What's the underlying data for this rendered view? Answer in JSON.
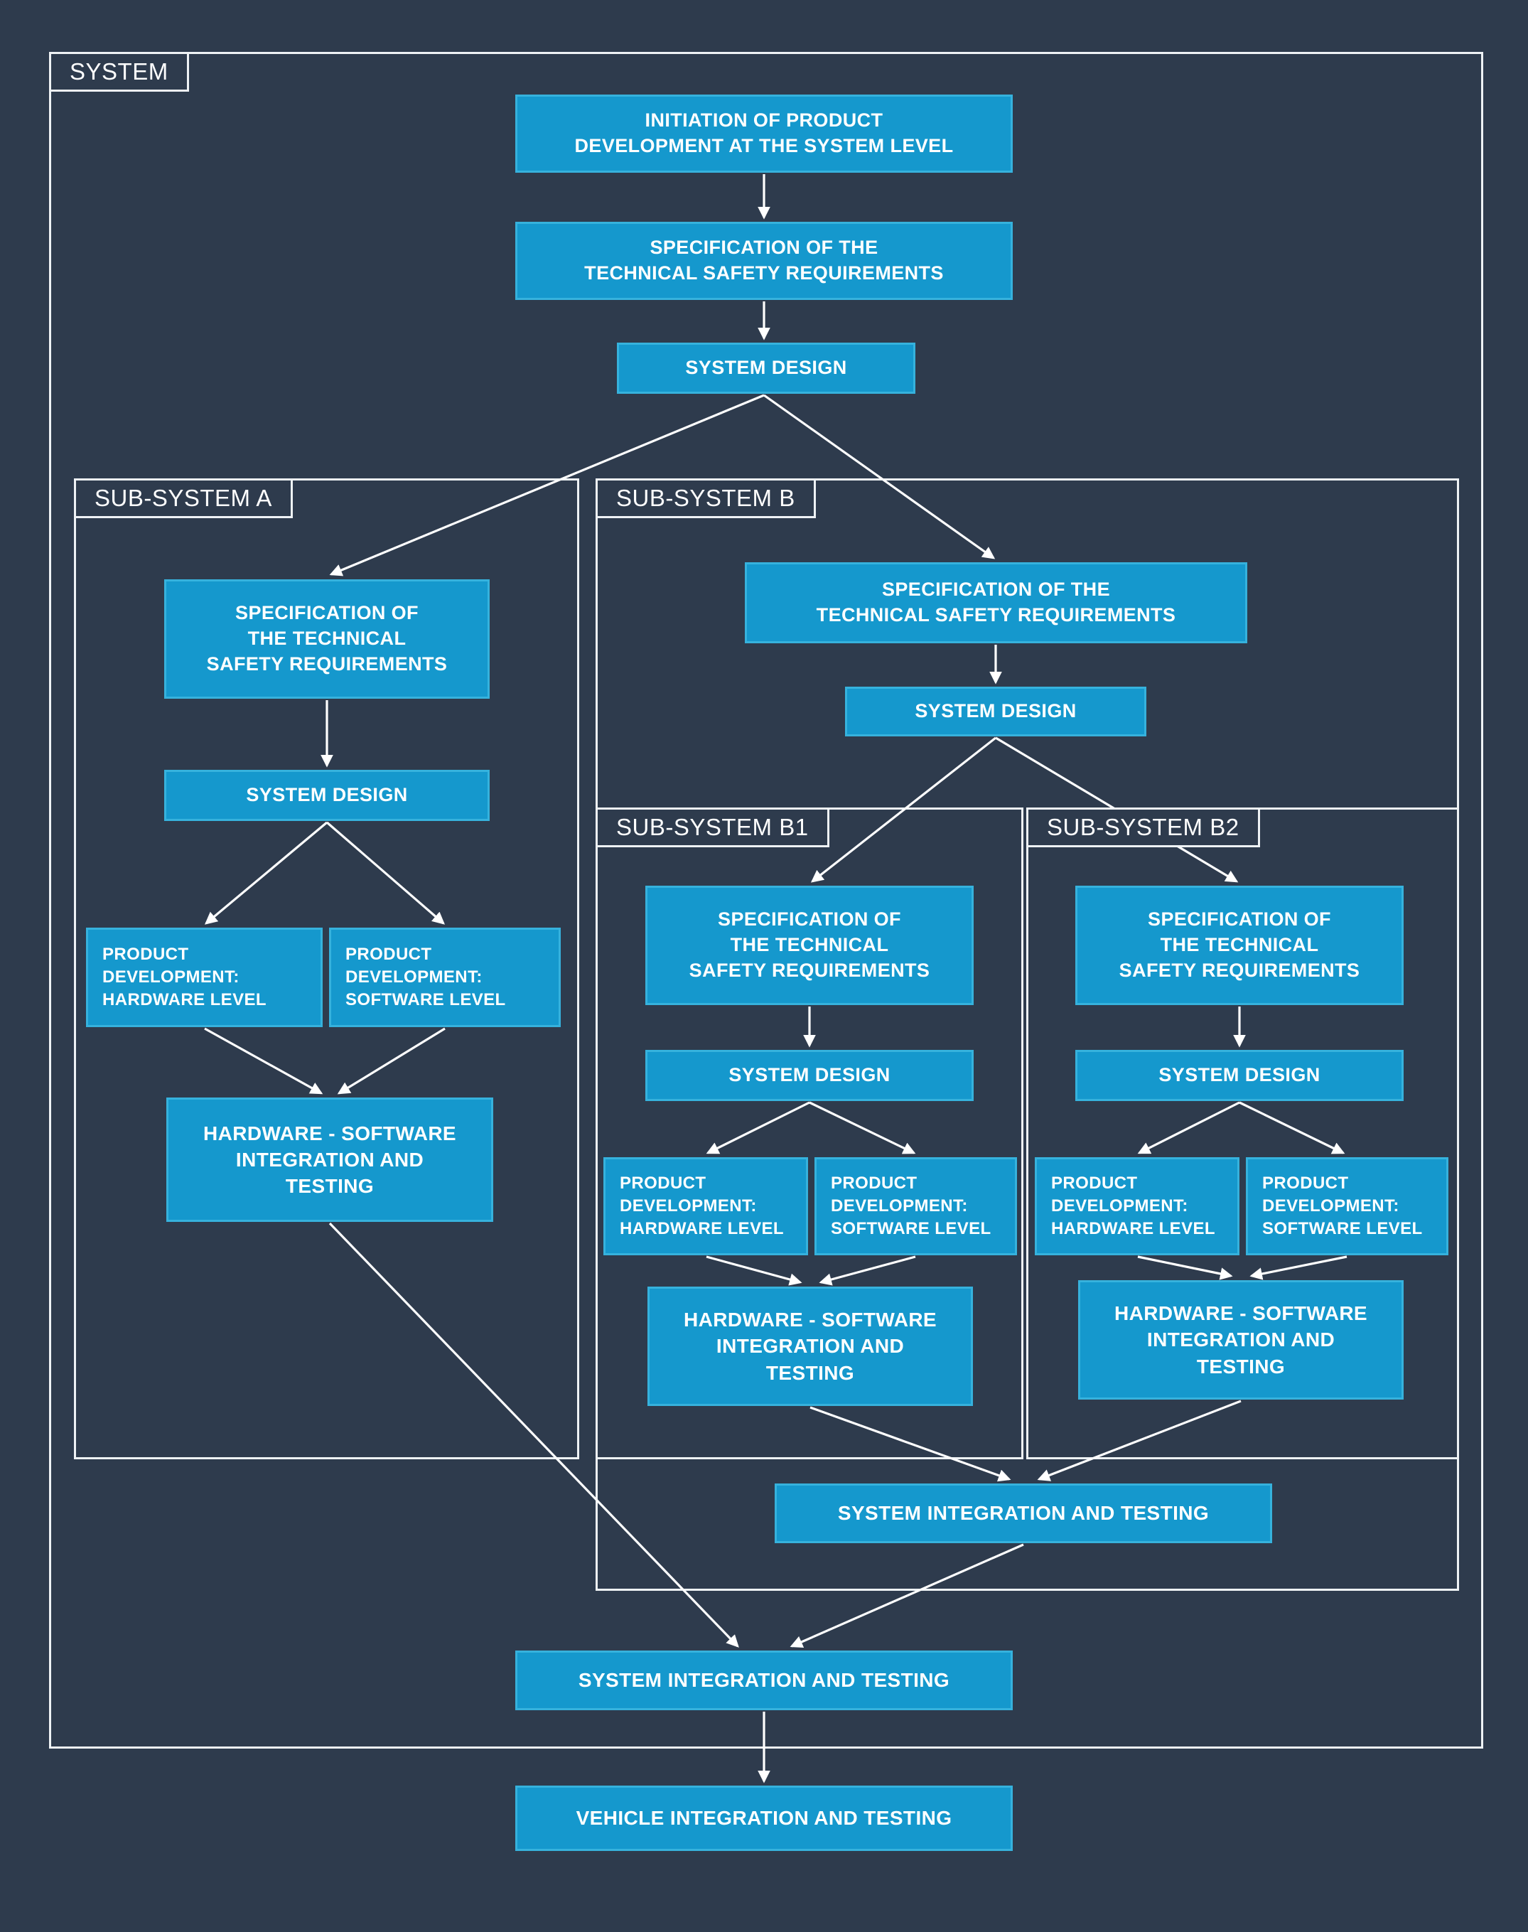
{
  "colors": {
    "background": "#2e3b4d",
    "box_fill": "#1598cd",
    "box_border": "#36b2dd",
    "container_border": "#eef2f5",
    "line_color": "#ffffff",
    "text_color": "#ffffff"
  },
  "system": {
    "label": "SYSTEM",
    "initiation": "INITIATION OF PRODUCT\nDEVELOPMENT AT THE SYSTEM LEVEL",
    "spec": "SPECIFICATION OF THE\nTECHNICAL SAFETY REQUIREMENTS",
    "design": "SYSTEM DESIGN",
    "integration": "SYSTEM INTEGRATION AND TESTING"
  },
  "subsystem_a": {
    "label": "SUB-SYSTEM A",
    "spec": "SPECIFICATION OF\nTHE TECHNICAL\nSAFETY REQUIREMENTS",
    "design": "SYSTEM DESIGN",
    "pd_hardware": "PRODUCT\nDEVELOPMENT:\nHARDWARE LEVEL",
    "pd_software": "PRODUCT\nDEVELOPMENT:\nSOFTWARE LEVEL",
    "hw_sw_integration": "HARDWARE - SOFTWARE\nINTEGRATION AND\nTESTING"
  },
  "subsystem_b": {
    "label": "SUB-SYSTEM B",
    "spec": "SPECIFICATION OF THE\nTECHNICAL SAFETY REQUIREMENTS",
    "design": "SYSTEM DESIGN",
    "integration": "SYSTEM INTEGRATION AND TESTING"
  },
  "subsystem_b1": {
    "label": "SUB-SYSTEM B1",
    "spec": "SPECIFICATION OF\nTHE TECHNICAL\nSAFETY REQUIREMENTS",
    "design": "SYSTEM DESIGN",
    "pd_hardware": "PRODUCT\nDEVELOPMENT:\nHARDWARE LEVEL",
    "pd_software": "PRODUCT\nDEVELOPMENT:\nSOFTWARE LEVEL",
    "hw_sw_integration": "HARDWARE - SOFTWARE\nINTEGRATION AND\nTESTING"
  },
  "subsystem_b2": {
    "label": "SUB-SYSTEM B2",
    "spec": "SPECIFICATION OF\nTHE TECHNICAL\nSAFETY REQUIREMENTS",
    "design": "SYSTEM DESIGN",
    "pd_hardware": "PRODUCT\nDEVELOPMENT:\nHARDWARE LEVEL",
    "pd_software": "PRODUCT\nDEVELOPMENT:\nSOFTWARE LEVEL",
    "hw_sw_integration": "HARDWARE - SOFTWARE\nINTEGRATION AND\nTESTING"
  },
  "vehicle": {
    "integration": "VEHICLE INTEGRATION AND TESTING"
  }
}
